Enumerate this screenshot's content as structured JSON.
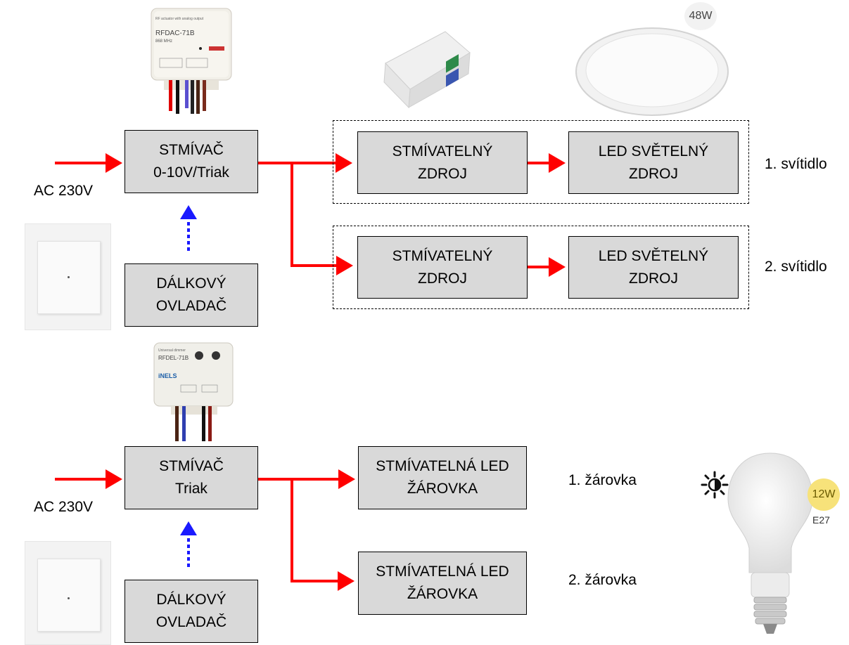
{
  "top": {
    "dimmer": {
      "line1": "STMÍVAČ",
      "line2": "0-10V/Triak"
    },
    "input_label": "AC 230V",
    "remote": {
      "line1": "DÁLKOVÝ",
      "line2": "OVLADAČ"
    },
    "fixture1": {
      "driver": {
        "line1": "STMÍVATELNÝ",
        "line2": "ZDROJ"
      },
      "led": {
        "line1": "LED SVĚTELNÝ",
        "line2": "ZDROJ"
      },
      "label": "1. svítidlo"
    },
    "fixture2": {
      "driver": {
        "line1": "STMÍVATELNÝ",
        "line2": "ZDROJ"
      },
      "led": {
        "line1": "LED SVĚTELNÝ",
        "line2": "ZDROJ"
      },
      "label": "2. svítidlo"
    },
    "actuator_text": {
      "title": "RF actuator with analog output",
      "model": "RFDAC-71B",
      "freq": "868 MHz"
    },
    "panel_power": "48W"
  },
  "bottom": {
    "dimmer": {
      "line1": "STMÍVAČ",
      "line2": "Triak"
    },
    "input_label": "AC 230V",
    "remote": {
      "line1": "DÁLKOVÝ",
      "line2": "OVLADAČ"
    },
    "bulb1": {
      "line1": "STMÍVATELNÁ LED",
      "line2": "ŽÁROVKA",
      "label": "1. žárovka"
    },
    "bulb2": {
      "line1": "STMÍVATELNÁ LED",
      "line2": "ŽÁROVKA",
      "label": "2. žárovka"
    },
    "actuator_text": {
      "title": "Universal dimmer",
      "model": "RFDEL-71B",
      "brand": "iNELS"
    },
    "bulb_power": "12W",
    "bulb_socket": "E27"
  },
  "colors": {
    "power_line": "#ff0000",
    "control_line": "#1a1aff",
    "box_fill": "#d9d9d9",
    "badge_yellow": "#f7e27a"
  },
  "icons": {
    "brightness": "brightness-icon"
  }
}
